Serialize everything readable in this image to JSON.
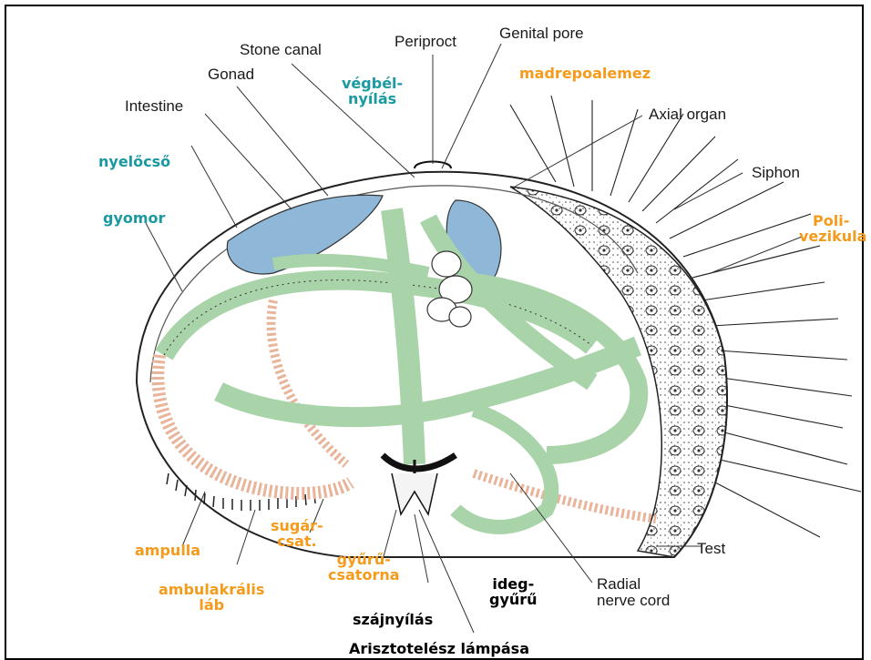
{
  "colors": {
    "teal_label": "#1a9aa0",
    "orange_label": "#f59b1c",
    "black_label": "#000000",
    "water_vascular": "#a9d3a9",
    "gonad": "#8fb8d8",
    "ampulla": "#e8b49a"
  },
  "labels_en": {
    "stone_canal": "Stone canal",
    "periproct": "Periproct",
    "genital_pore": "Genital pore",
    "gonad": "Gonad",
    "intestine": "Intestine",
    "axial_organ": "Axial organ",
    "siphon": "Siphon",
    "test": "Test",
    "radial_nerve_cord_1": "Radial",
    "radial_nerve_cord_2": "nerve cord"
  },
  "labels_hu": {
    "vegbelnyilas_1": "végbél-",
    "vegbelnyilas_2": "nyílás",
    "madrepoalemez": "madrepoalemez",
    "nyelocso": "nyelőcső",
    "gyomor": "gyomor",
    "polivezikula_1": "Poli-",
    "polivezikula_2": "vezikula",
    "sugarcsat_1": "sugár-",
    "sugarcsat_2": "csat.",
    "ampulla": "ampulla",
    "gyurucsatorna_1": "gyűrű-",
    "gyurucsatorna_2": "csatorna",
    "ambulakralis_1": "ambulakrális",
    "ambulakralis_2": "láb",
    "ideggyuru_1": "ideg-",
    "ideggyuru_2": "gyűrű",
    "szajnyilas": "szájnyílás",
    "arisztotelesz": "Arisztotelész lámpása"
  }
}
